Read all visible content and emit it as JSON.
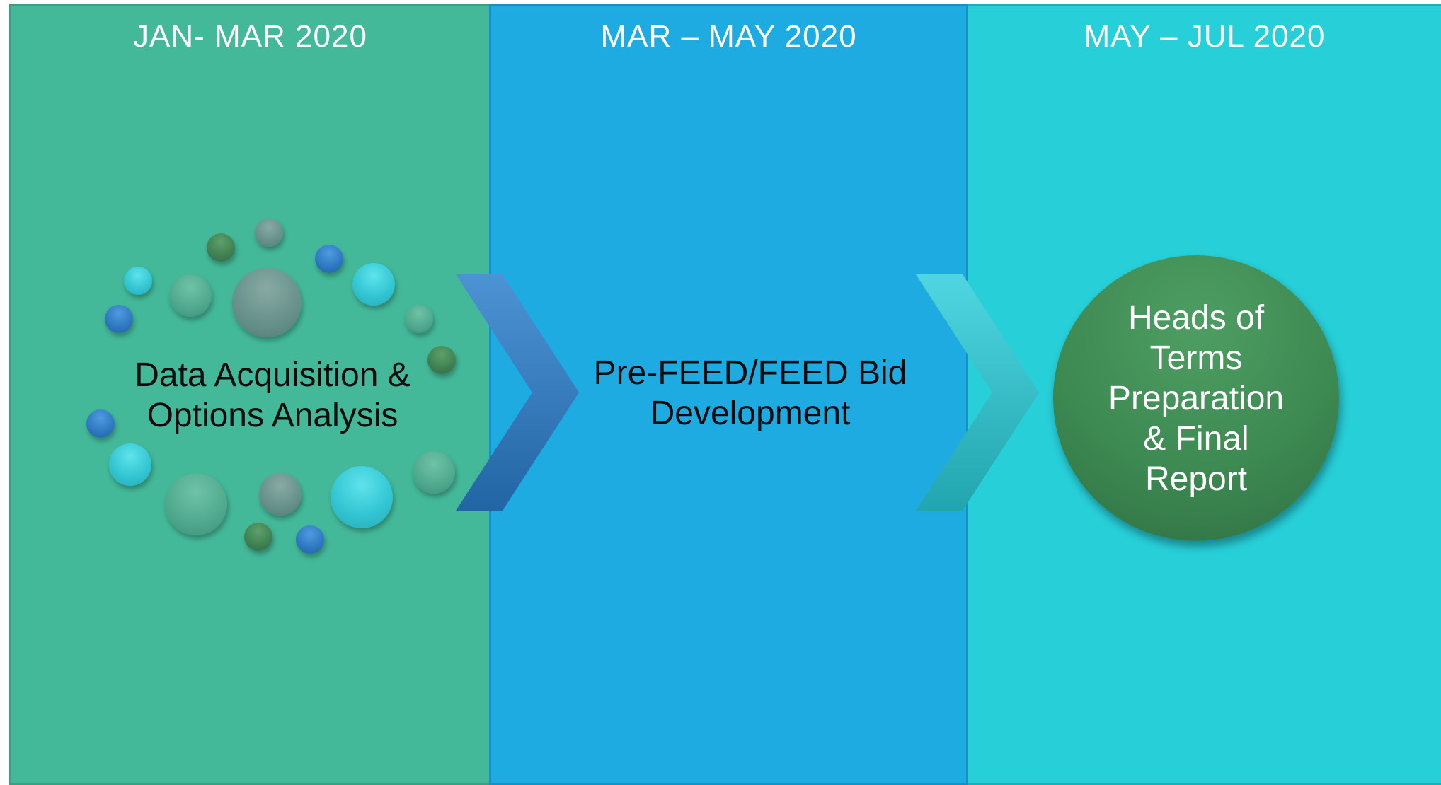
{
  "phases": [
    {
      "period": "JAN- MAR 2020",
      "label_lines": [
        "Data Acquisition &",
        "Options Analysis"
      ]
    },
    {
      "period": "MAR – MAY 2020",
      "label_lines": [
        "Pre-FEED/FEED Bid",
        "Development"
      ]
    },
    {
      "period": "MAY – JUL 2020",
      "label_lines": [
        "Heads of",
        "Terms",
        "Preparation",
        "& Final",
        "Report"
      ]
    }
  ],
  "colors": {
    "phase_1_bg": "#43b999",
    "phase_2_bg": "#1eabe2",
    "phase_3_bg": "#27cfd9",
    "chevron_1": "#2e78be",
    "chevron_2": "#2ab6c4",
    "final_circle": "#3d8a52"
  },
  "icons": [
    "chevron-right-icon",
    "chevron-right-icon"
  ]
}
